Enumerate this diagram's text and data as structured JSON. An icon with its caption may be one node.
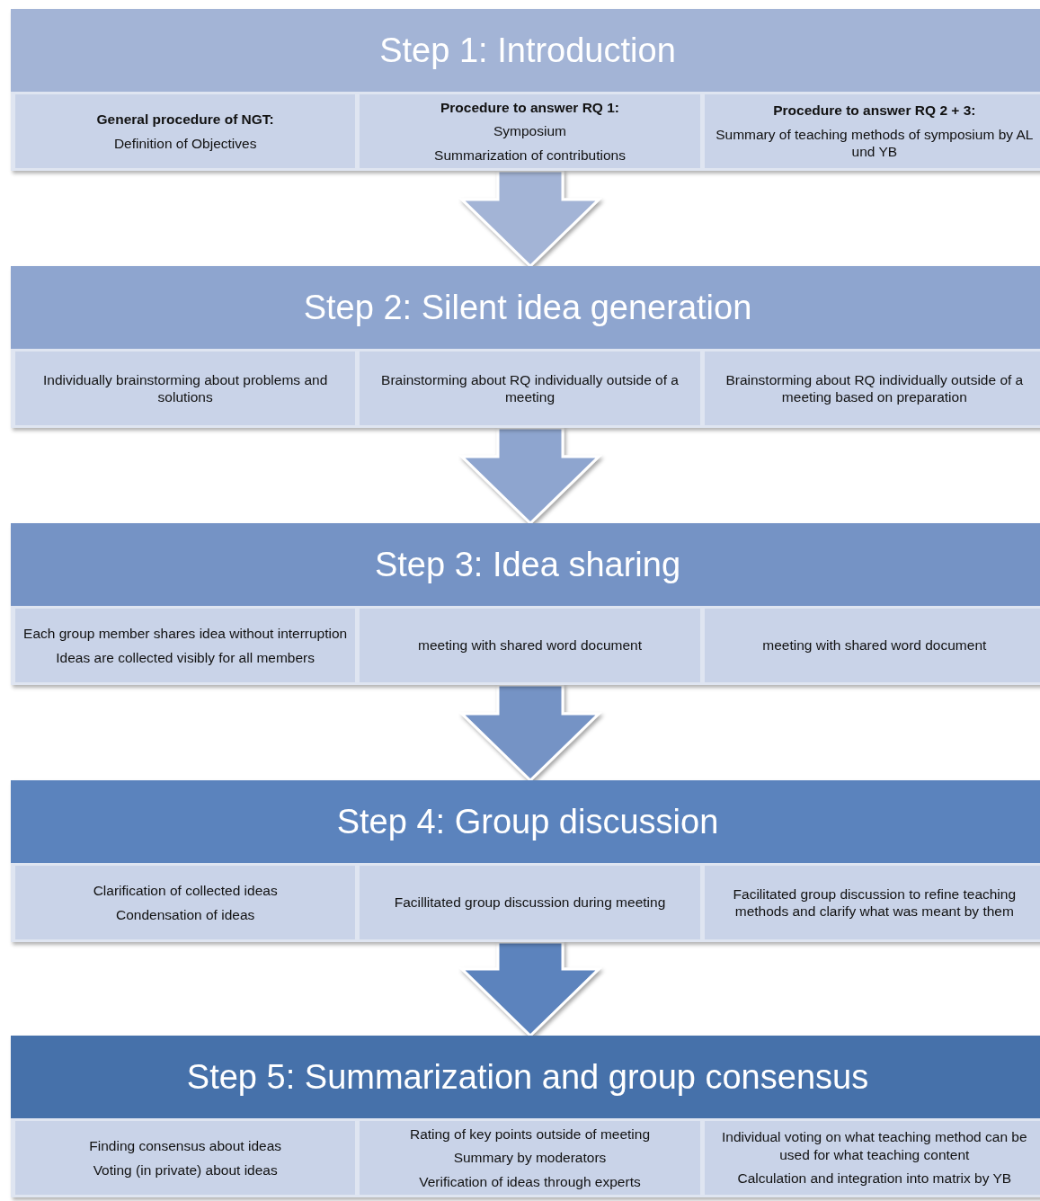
{
  "diagram": {
    "nodes": [
      {
        "text": [
          "Step 1: Introduction"
        ]
      },
      {
        "text": [
          "**General procedure of NGT:**",
          "Definition of Objectives"
        ],
        "in": 0
      },
      {
        "text": [
          "**Procedure to answer RQ 1:**",
          "Symposium",
          "Summarization of contributions"
        ],
        "in": 0
      },
      {
        "text": [
          "**Procedure to answer RQ 2 + 3:**",
          "Summary of teaching methods of symposium by AL und YB"
        ],
        "in": 0
      },
      {
        "text": [
          "Step 2: Silent idea generation"
        ]
      },
      {
        "text": [
          "Individually brainstorming about problems and solutions"
        ],
        "in": 4
      },
      {
        "text": [
          "Brainstorming about RQ individually outside of a meeting"
        ],
        "in": 4
      },
      {
        "text": [
          "Brainstorming about RQ individually outside of a meeting based on preparation"
        ],
        "in": 4
      },
      {
        "text": [
          "Step 3: Idea sharing"
        ]
      },
      {
        "text": [
          "Each group member shares idea without interruption",
          "Ideas are collected visibly for all members"
        ],
        "in": 8
      },
      {
        "text": [
          "meeting with shared word document"
        ],
        "in": 8
      },
      {
        "text": [
          "meeting with shared word document"
        ],
        "in": 8
      },
      {
        "text": [
          "Step 4: Group discussion"
        ]
      },
      {
        "text": [
          "Clarification of collected ideas",
          "Condensation of ideas"
        ],
        "in": 12
      },
      {
        "text": [
          "Facillitated group discussion during meeting"
        ],
        "in": 12
      },
      {
        "text": [
          "Facilitated group discussion to refine teaching methods and clarify what was meant by them"
        ],
        "in": 12
      },
      {
        "text": [
          "Step 5: Summarization and group consensus"
        ]
      },
      {
        "text": [
          "Finding consensus about ideas",
          "Voting (in private) about ideas"
        ],
        "in": 16
      },
      {
        "text": [
          "Rating of key points outside of meeting",
          "Summary by moderators",
          "Verification of ideas through experts"
        ],
        "in": 16
      },
      {
        "text": [
          "Individual voting on what teaching method can be used for what teaching content",
          "Calculation and integration into matrix by YB"
        ],
        "in": 16
      }
    ],
    "edges": [
      {
        "from": 0,
        "to": 4,
        "arrow": "to"
      },
      {
        "from": 4,
        "to": 8,
        "arrow": "to"
      },
      {
        "from": 8,
        "to": 12,
        "arrow": "to"
      },
      {
        "from": 12,
        "to": 16,
        "arrow": "to"
      }
    ]
  }
}
